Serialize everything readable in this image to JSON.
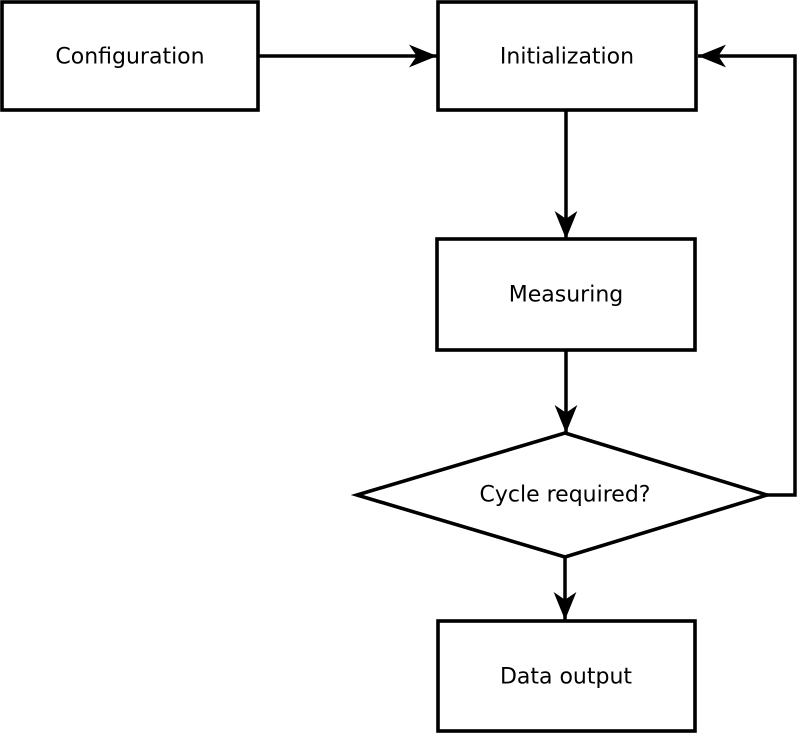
{
  "diagram": {
    "type": "flowchart",
    "background_color": "#ffffff",
    "stroke_color": "#000000",
    "text_color": "#000000",
    "nodes": [
      {
        "id": "configuration",
        "label": "Configuration",
        "shape": "rect"
      },
      {
        "id": "initialization",
        "label": "Initialization",
        "shape": "rect"
      },
      {
        "id": "measuring",
        "label": "Measuring",
        "shape": "rect"
      },
      {
        "id": "cycle-required",
        "label": "Cycle required?",
        "shape": "diamond"
      },
      {
        "id": "data-output",
        "label": "Data output",
        "shape": "rect"
      }
    ],
    "edges": [
      {
        "from": "configuration",
        "to": "initialization",
        "kind": "straight-arrow"
      },
      {
        "from": "initialization",
        "to": "measuring",
        "kind": "straight-arrow"
      },
      {
        "from": "measuring",
        "to": "cycle-required",
        "kind": "straight-arrow"
      },
      {
        "from": "cycle-required",
        "to": "data-output",
        "kind": "straight-arrow"
      },
      {
        "from": "cycle-required",
        "to": "initialization",
        "kind": "loop-back-arrow"
      }
    ]
  }
}
